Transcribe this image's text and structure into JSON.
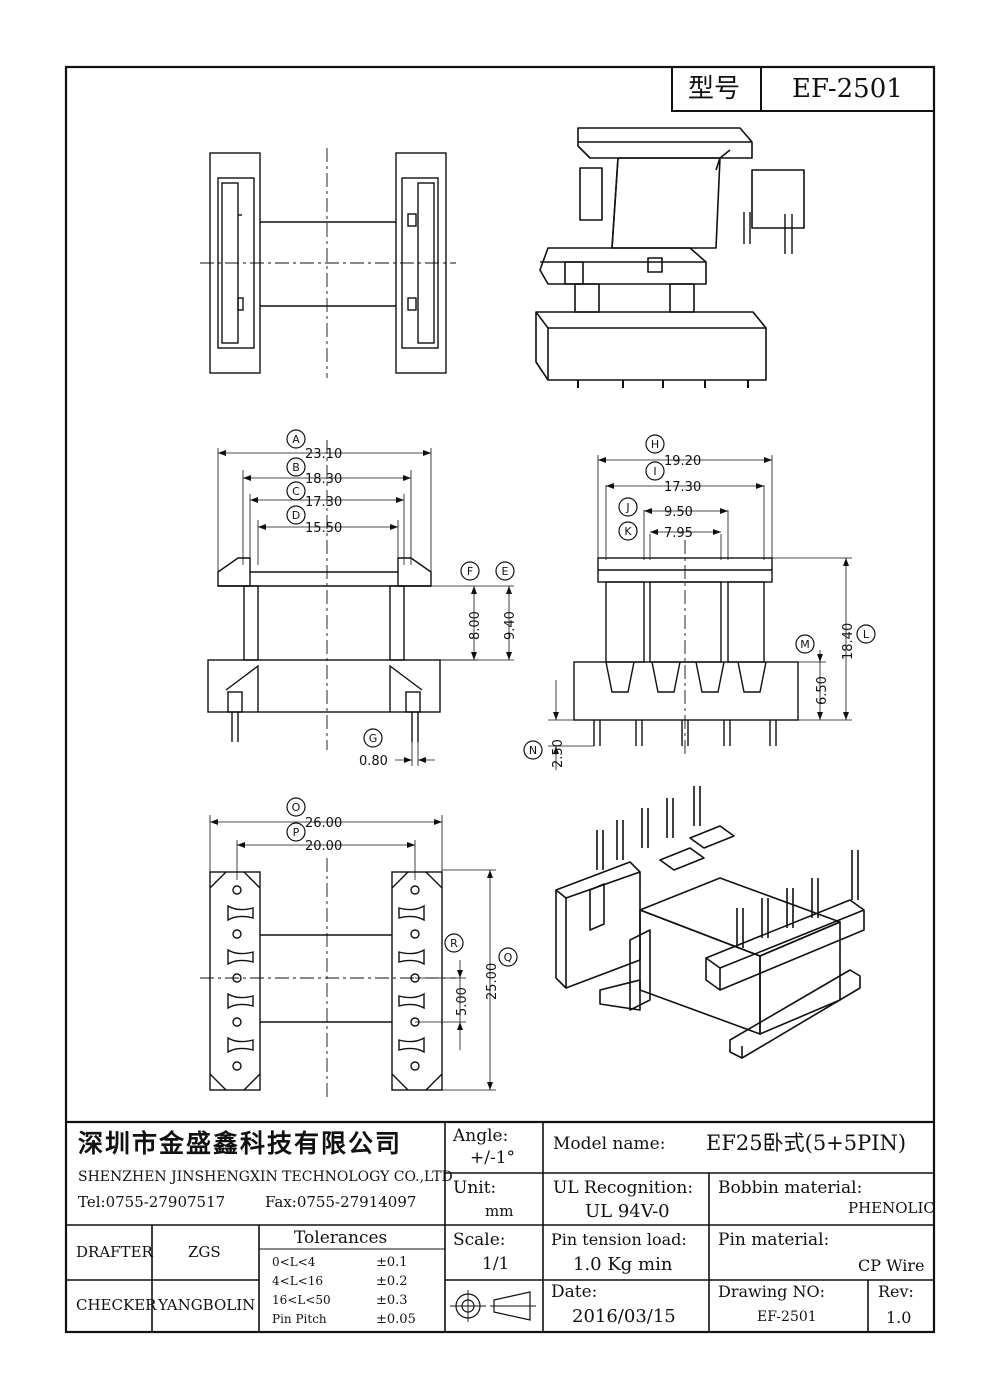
{
  "model_box": {
    "label": "型号",
    "value": "EF-2501"
  },
  "dimensions": {
    "A": "23.10",
    "B": "18.30",
    "C": "17.30",
    "D": "15.50",
    "E": "9.40",
    "F": "8.00",
    "G": "0.80",
    "H": "19.20",
    "I": "17.30",
    "J": "9.50",
    "K": "7.95",
    "L": "18.40",
    "M": "6.50",
    "N": "2.50",
    "O": "26.00",
    "P": "20.00",
    "Q": "25.00",
    "R": "5.00"
  },
  "title_block": {
    "company_cn": "深圳市金盛鑫科技有限公司",
    "company_en": "SHENZHEN JINSHENGXIN TECHNOLOGY CO.,LTD",
    "tel": "Tel:0755-27907517",
    "fax": "Fax:0755-27914097",
    "angle_label": "Angle:",
    "angle_value": "+/-1°",
    "unit_label": "Unit:",
    "unit_value": "mm",
    "scale_label": "Scale:",
    "scale_value": "1/1",
    "model_name_label": "Model name:",
    "model_name_value": "EF25卧式(5+5PIN)",
    "ul_label": "UL Recognition:",
    "ul_value": "UL 94V-0",
    "bobbin_label": "Bobbin material:",
    "bobbin_value": "PHENOLIC",
    "pin_tension_label": "Pin tension load:",
    "pin_tension_value": "1.0 Kg min",
    "pin_material_label": "Pin material:",
    "pin_material_value": "CP Wire",
    "date_label": "Date:",
    "date_value": "2016/03/15",
    "drawing_no_label": "Drawing NO:",
    "drawing_no_value": "EF-2501",
    "rev_label": "Rev:",
    "rev_value": "1.0",
    "drafter_label": "DRAFTER",
    "drafter_value": "ZGS",
    "checker_label": "CHECKER",
    "checker_value": "YANGBOLIN",
    "tolerances_title": "Tolerances",
    "tolerances": [
      {
        "range": "0<L<4",
        "value": "±0.1"
      },
      {
        "range": "4<L<16",
        "value": "±0.2"
      },
      {
        "range": "16<L<50",
        "value": "±0.3"
      },
      {
        "range": "Pin Pitch",
        "value": "±0.05"
      }
    ]
  }
}
